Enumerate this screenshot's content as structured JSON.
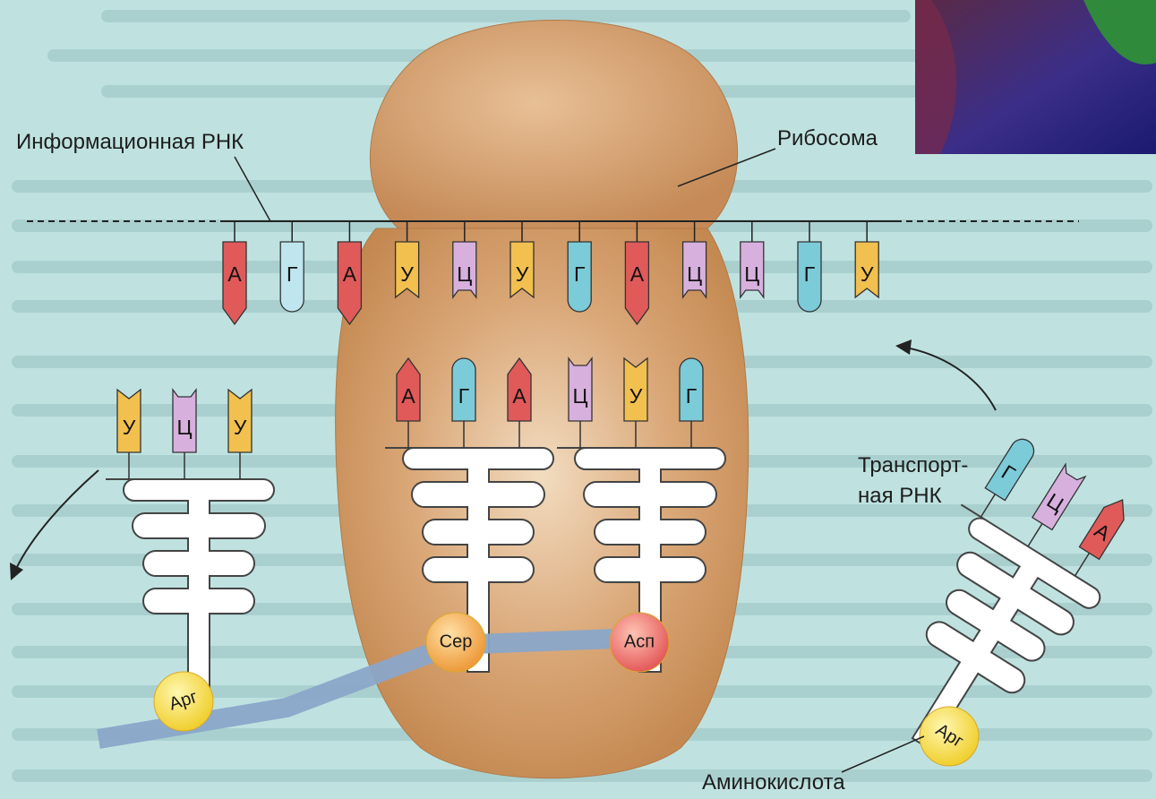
{
  "labels": {
    "mrna": "Информационная РНК",
    "ribosome": "Рибосома",
    "trna": [
      "Транспорт-",
      "ная РНК"
    ],
    "amino_acid": "Аминокислота"
  },
  "mrna_codons": [
    {
      "base": "А",
      "color": "#e05a5a"
    },
    {
      "base": "Г",
      "color": "#bfe6ee"
    },
    {
      "base": "А",
      "color": "#e05a5a"
    },
    {
      "base": "У",
      "color": "#f2c04f"
    },
    {
      "base": "Ц",
      "color": "#d7b0dd"
    },
    {
      "base": "У",
      "color": "#f2c04f"
    },
    {
      "base": "Г",
      "color": "#7ccbd9"
    },
    {
      "base": "А",
      "color": "#e05a5a"
    },
    {
      "base": "Ц",
      "color": "#d7b0dd"
    },
    {
      "base": "Ц",
      "color": "#d7b0dd"
    },
    {
      "base": "Г",
      "color": "#7ccbd9"
    },
    {
      "base": "У",
      "color": "#f2c04f"
    }
  ],
  "trna_molecules": [
    {
      "name": "exiting",
      "anticodon": [
        {
          "base": "У",
          "color": "#f2c04f"
        },
        {
          "base": "Ц",
          "color": "#d7b0dd"
        },
        {
          "base": "У",
          "color": "#f2c04f"
        }
      ],
      "amino_acid": "Арг"
    },
    {
      "name": "p-site",
      "anticodon": [
        {
          "base": "А",
          "color": "#e05a5a"
        },
        {
          "base": "Г",
          "color": "#7ccbd9"
        },
        {
          "base": "А",
          "color": "#e05a5a"
        }
      ],
      "amino_acid": "Сер"
    },
    {
      "name": "a-site",
      "anticodon": [
        {
          "base": "Ц",
          "color": "#d7b0dd"
        },
        {
          "base": "У",
          "color": "#f2c04f"
        },
        {
          "base": "Г",
          "color": "#7ccbd9"
        }
      ],
      "amino_acid": "Асп"
    },
    {
      "name": "incoming",
      "anticodon": [
        {
          "base": "Г",
          "color": "#7ccbd9"
        },
        {
          "base": "Ц",
          "color": "#d7b0dd"
        },
        {
          "base": "А",
          "color": "#e05a5a"
        }
      ],
      "amino_acid": "Арг"
    }
  ],
  "colors": {
    "ribosome": "#c98e5c",
    "ribosome_light": "#e3b989",
    "amino_yellow": "#f3d64a",
    "amino_orange": "#f0a24a",
    "amino_red": "#ea6a6a",
    "peptide": "#8aa6c9",
    "page_bg": "#bfe2e0"
  }
}
